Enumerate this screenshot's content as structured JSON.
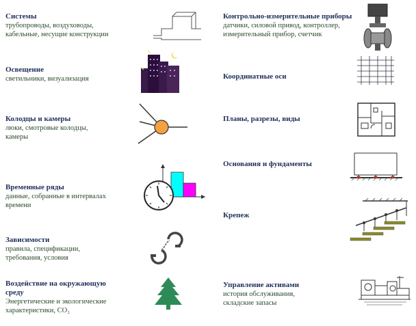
{
  "left": [
    {
      "title": "Системы",
      "desc": "трубопроводы, воздуховоды,\nкабельные, несущие конструкции"
    },
    {
      "title": "Освещение",
      "desc": "светильники, визуализация"
    },
    {
      "title": "Колодцы и камеры",
      "desc": "люки, смотровые колодцы,\nкамеры"
    },
    {
      "title": "Временные ряды",
      "desc": "данные, собранные в интервалах\nвремени"
    },
    {
      "title": "Зависимости",
      "desc": "правила, спецификации,\nтребования, условия"
    },
    {
      "title": "Воздействие на окружающую\nсреду",
      "desc": "Энергетические и экологические\nхарактеристики, CO₂"
    }
  ],
  "right": [
    {
      "title": "Контрольно-измерительные приборы",
      "desc": "датчики, силовой привод, контроллер,\nизмерительный прибор, счетчик"
    },
    {
      "title": "Координатные оси",
      "desc": ""
    },
    {
      "title": "Планы, разрезы, виды",
      "desc": ""
    },
    {
      "title": "Основания и фундаменты",
      "desc": ""
    },
    {
      "title": "Крепеж",
      "desc": ""
    },
    {
      "title": "Управление активами",
      "desc": "история обслуживания,\nскладские запасы"
    }
  ],
  "icons": {
    "systems": "duct-profile-icon",
    "lighting": "night-buildings-icon",
    "wells": "manhole-junction-icon",
    "timeseries": "clock-bar-chart-icon",
    "dependencies": "handcuffs-icon",
    "environment": "fir-tree-icon",
    "instruments": "valve-actuator-icon",
    "axes": "grid-axes-icon",
    "plans": "floor-plan-icon",
    "foundations": "foundation-icon",
    "fasteners": "bracket-stair-icon",
    "assets": "machinery-drawing-icon"
  },
  "colors": {
    "title": "#1f2f5a",
    "desc": "#2a4a2a",
    "tree": "#2e8b57",
    "well": "#f5a142",
    "bar_cyan": "#00ffff",
    "bar_magenta": "#ff00ff"
  }
}
